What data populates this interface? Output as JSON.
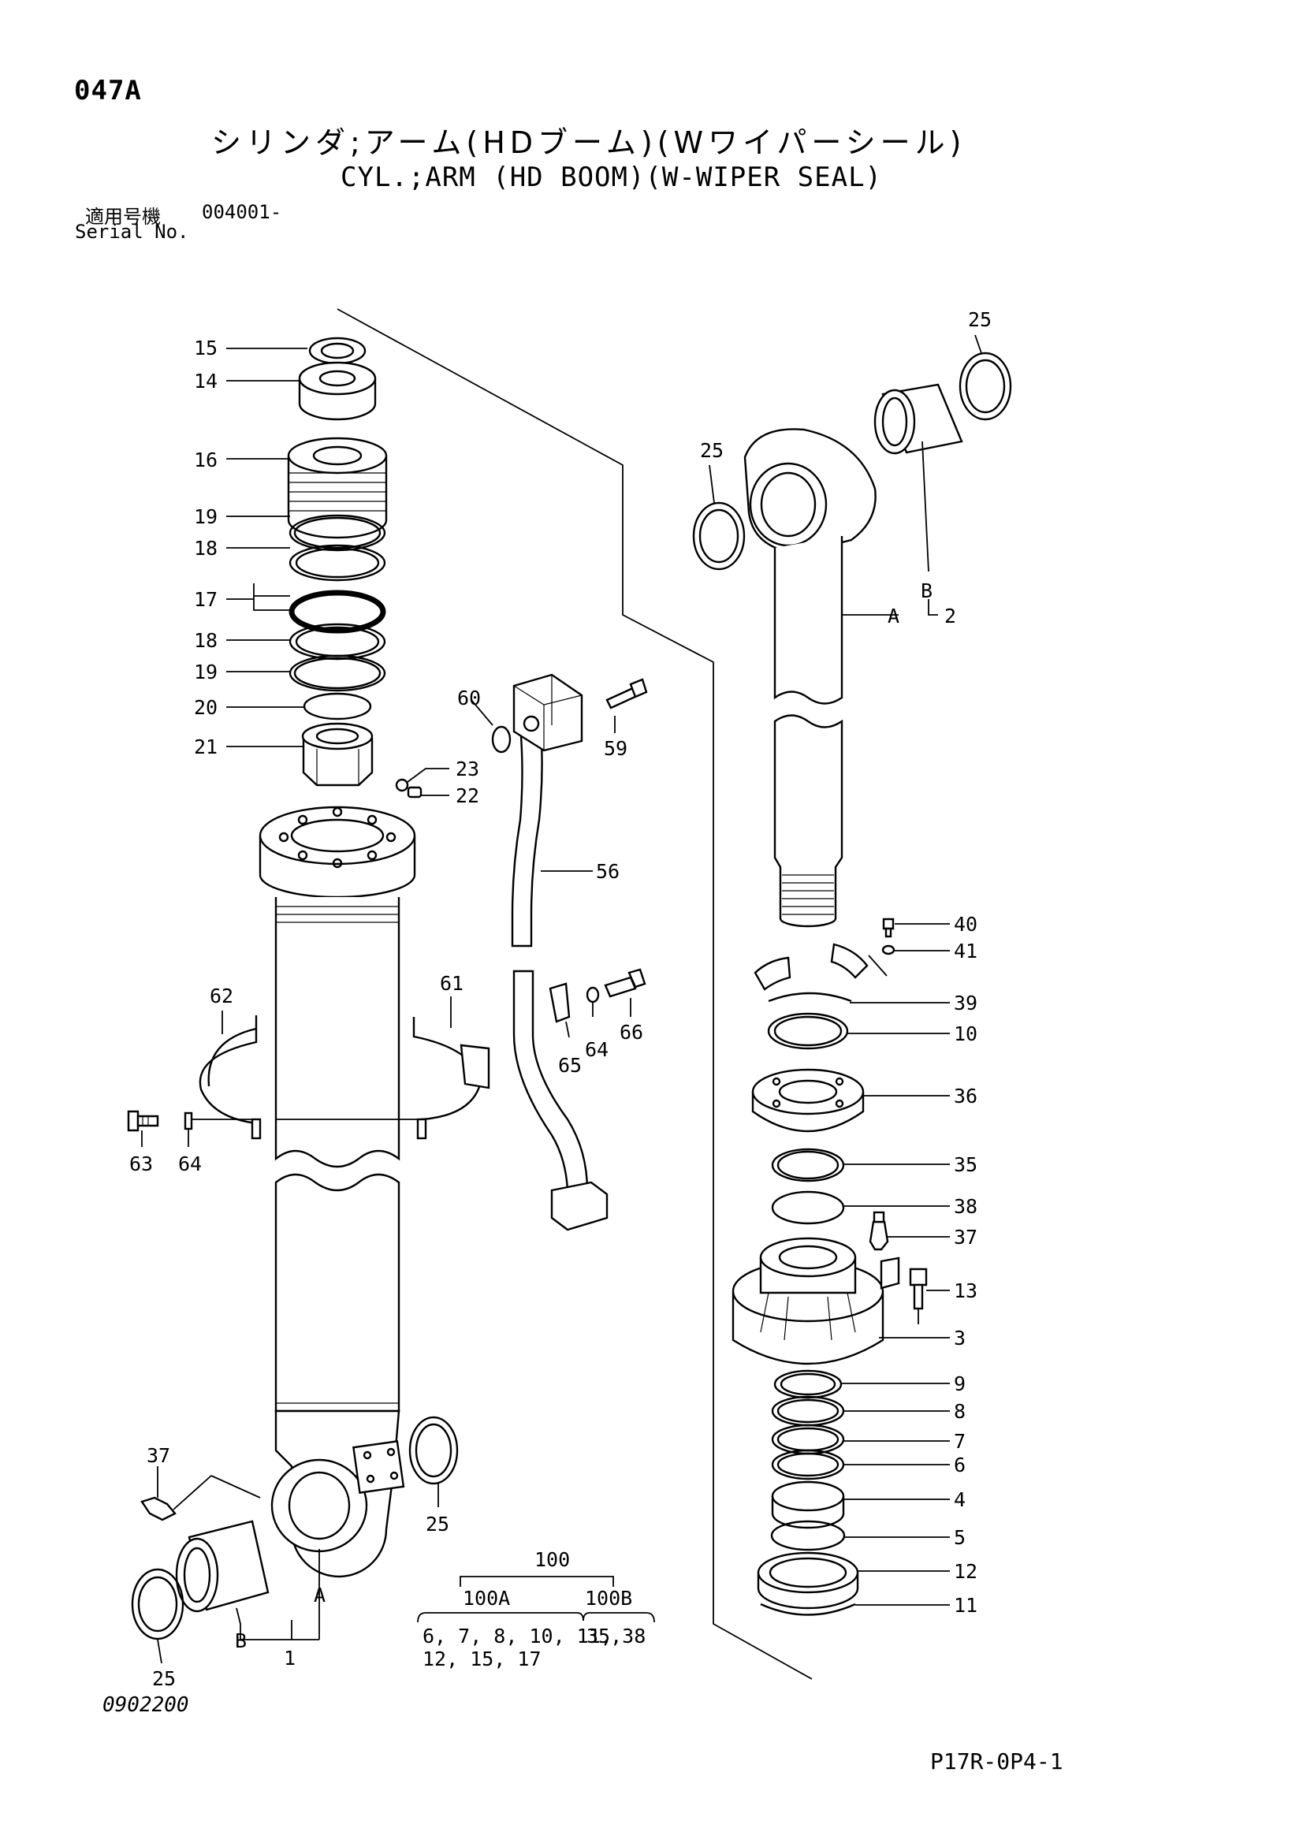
{
  "header": {
    "page_code": "047A",
    "title_jp": "シリンダ;アーム(HDブーム)(Wワイパーシール)",
    "title_en": "CYL.;ARM (HD BOOM)(W-WIPER SEAL)",
    "serial_label_jp": "適用号機",
    "serial_value": "004001-",
    "serial_label_en": "Serial No."
  },
  "callouts": {
    "c15": "15",
    "c14": "14",
    "c16": "16",
    "c19a": "19",
    "c18a": "18",
    "c17": "17",
    "c18b": "18",
    "c19b": "19",
    "c20": "20",
    "c21": "21",
    "c23": "23",
    "c22": "22",
    "c60": "60",
    "c59": "59",
    "c56": "56",
    "c62": "62",
    "c61": "61",
    "c66": "66",
    "c64a": "64",
    "c65": "65",
    "c63": "63",
    "c64b": "64",
    "c37a": "37",
    "c25c": "25",
    "c25d": "25",
    "cA1": "A",
    "cB1": "B",
    "c1": "1",
    "c25a": "25",
    "c25b": "25",
    "cB2": "B",
    "cA2": "A",
    "c2": "2",
    "c40": "40",
    "c41": "41",
    "c39": "39",
    "c10": "10",
    "c36": "36",
    "c35": "35",
    "c38": "38",
    "c37b": "37",
    "c13": "13",
    "c3": "3",
    "c9": "9",
    "c8": "8",
    "c7": "7",
    "c6": "6",
    "c4": "4",
    "c5": "5",
    "c12": "12",
    "c11": "11"
  },
  "kit_groups": {
    "total_label": "100",
    "group_a_label": "100A",
    "group_b_label": "100B",
    "group_a_items_line1": "6, 7, 8, 10, 11,",
    "group_a_items_line2": "12, 15, 17",
    "group_b_items": "35,38"
  },
  "footer": {
    "drawing_no": "0902200",
    "sheet_code": "P17R-0P4-1"
  }
}
